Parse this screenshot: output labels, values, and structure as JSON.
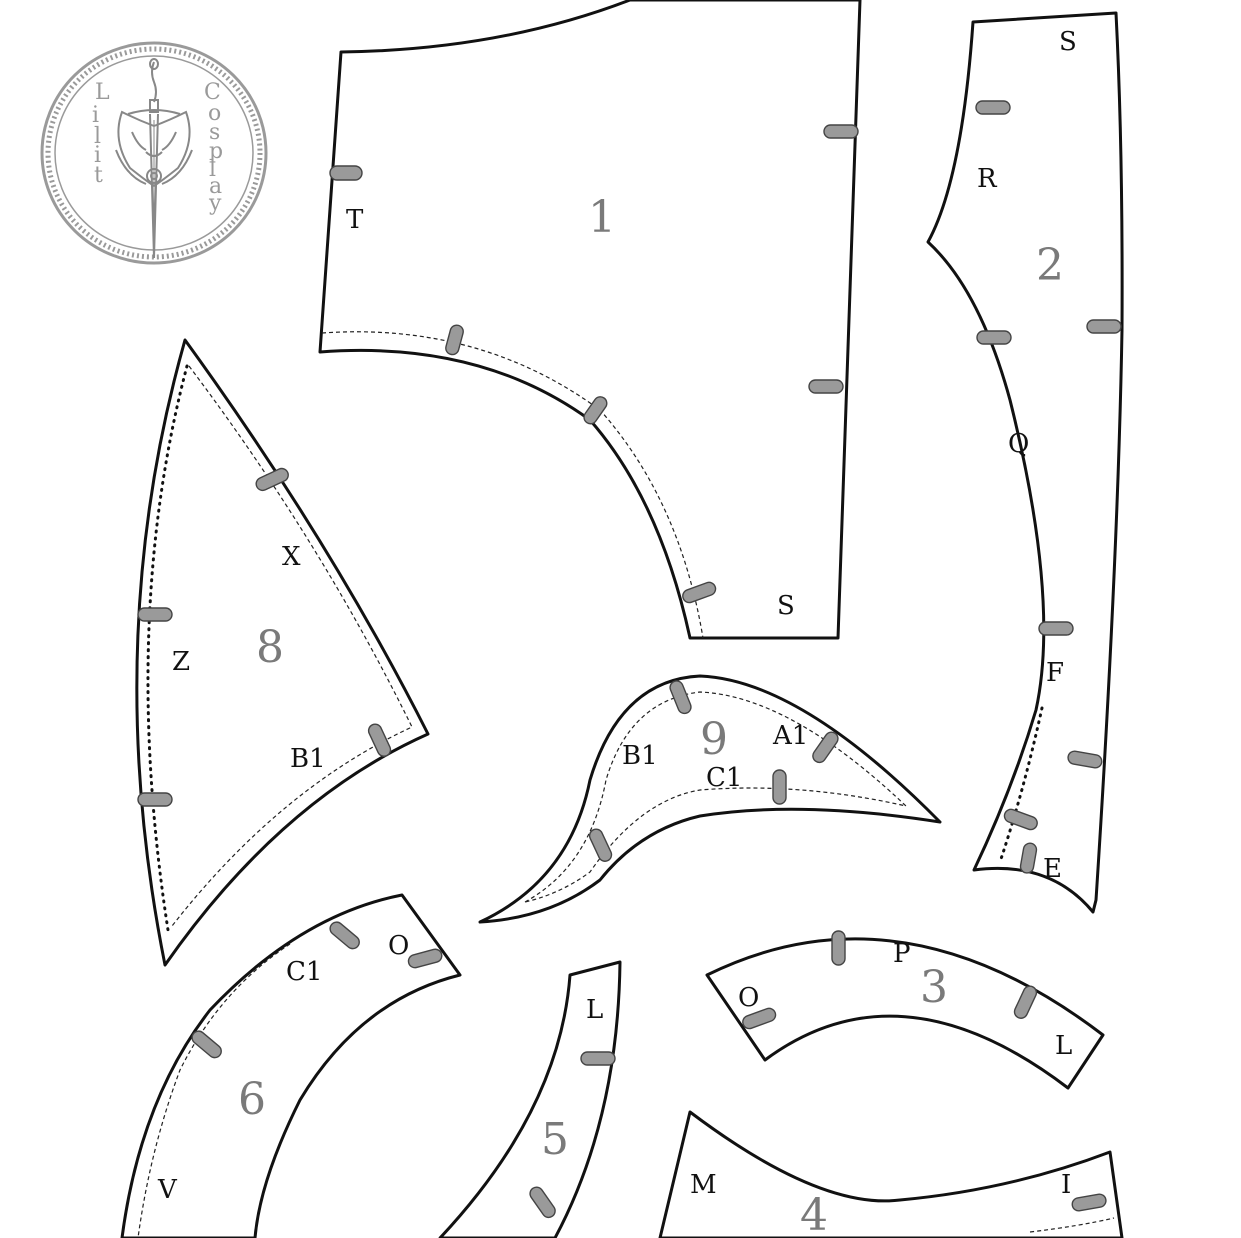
{
  "logo": {
    "left_text": [
      "L",
      "i",
      "l",
      "i",
      "t"
    ],
    "right_text": [
      "C",
      "o",
      "s",
      "p",
      "l",
      "a",
      "y"
    ],
    "colors": {
      "line": "#9a9a9a"
    }
  },
  "colors": {
    "outline": "#111111",
    "notch": "#9a9a9a",
    "piece_number": "#7a7a7a"
  },
  "pieces": {
    "p1": {
      "number": "1",
      "marks": [
        "T",
        "S"
      ]
    },
    "p2": {
      "number": "2",
      "marks": [
        "S",
        "R",
        "Q",
        "F",
        "E"
      ]
    },
    "p3": {
      "number": "3",
      "marks": [
        "P",
        "O",
        "L"
      ]
    },
    "p4": {
      "number": "4",
      "marks": [
        "M",
        "I"
      ]
    },
    "p5": {
      "number": "5",
      "marks": [
        "L"
      ]
    },
    "p6": {
      "number": "6",
      "marks": [
        "C1",
        "O",
        "V"
      ]
    },
    "p8": {
      "number": "8",
      "marks": [
        "X",
        "Z",
        "B1"
      ]
    },
    "p9": {
      "number": "9",
      "marks": [
        "B1",
        "A1",
        "C1"
      ]
    }
  }
}
